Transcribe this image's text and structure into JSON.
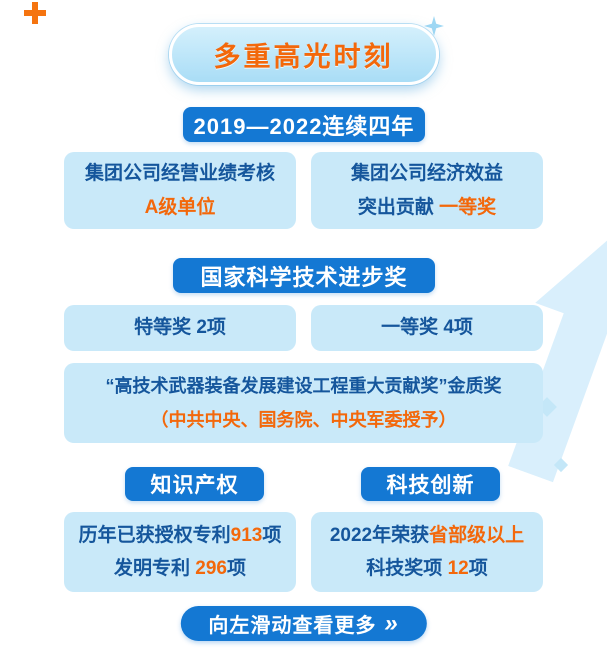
{
  "header": {
    "title": "多重高光时刻"
  },
  "section_years": {
    "banner": "2019—2022连续四年",
    "card_left": {
      "line1": "集团公司经营业绩考核",
      "line2": "A级单位"
    },
    "card_right": {
      "line1": "集团公司经济效益",
      "line2_text": "突出贡献 ",
      "line2_highlight": "一等奖"
    }
  },
  "section_award": {
    "banner": "国家科学技术进步奖",
    "card_left": "特等奖 2项",
    "card_right": "一等奖 4项",
    "card_wide": {
      "line1": "“高技术武器装备发展建设工程重大贡献奖”金质奖",
      "line2": "（中共中央、国务院、中央军委授予）"
    }
  },
  "section_bottom": {
    "banner_left": "知识产权",
    "banner_right": "科技创新",
    "card_left": {
      "l1_text": "历年已获授权专利",
      "l1_num": "913",
      "l1_suffix": "项",
      "l2_text": "发明专利 ",
      "l2_num": "296",
      "l2_suffix": "项"
    },
    "card_right": {
      "l1_text": "2022年荣获",
      "l1_highlight": "省部级以上",
      "l2_text": "科技奖项 ",
      "l2_num": "12",
      "l2_suffix": "项"
    }
  },
  "footer": {
    "label": "向左滑动查看更多",
    "arrow": "»"
  },
  "colors": {
    "banner_blue": "#1478d3",
    "card_blue": "#c9e9f9",
    "text_blue": "#15569c",
    "accent_orange": "#f3680b"
  }
}
